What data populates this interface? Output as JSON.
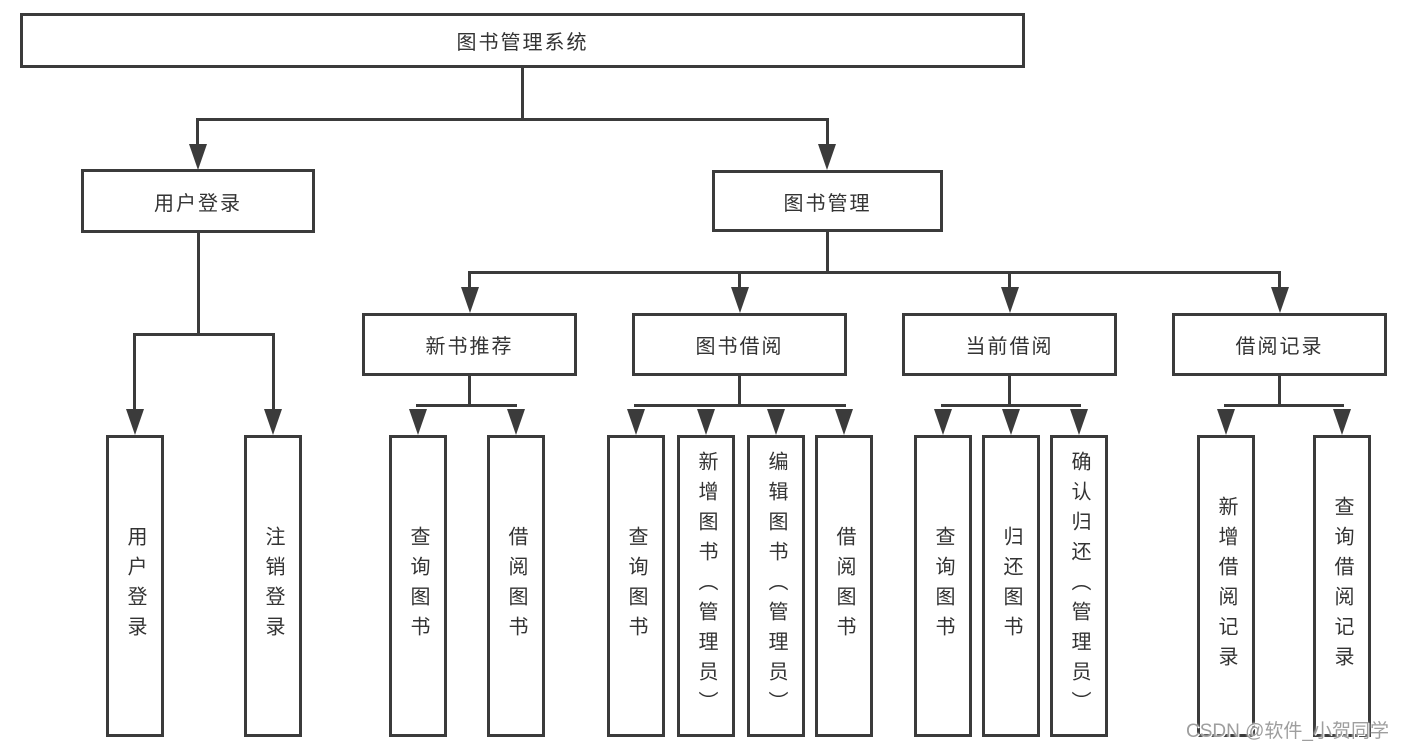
{
  "tree": {
    "root": {
      "label": "图书管理系统",
      "children": [
        {
          "label": "用户登录",
          "children": [
            {
              "label": "用户登录"
            },
            {
              "label": "注销登录"
            }
          ]
        },
        {
          "label": "图书管理",
          "children": [
            {
              "label": "新书推荐",
              "children": [
                {
                  "label": "查询图书"
                },
                {
                  "label": "借阅图书"
                }
              ]
            },
            {
              "label": "图书借阅",
              "children": [
                {
                  "label": "查询图书"
                },
                {
                  "label": "新增图书（管理员）"
                },
                {
                  "label": "编辑图书（管理员）"
                },
                {
                  "label": "借阅图书"
                }
              ]
            },
            {
              "label": "当前借阅",
              "children": [
                {
                  "label": "查询图书"
                },
                {
                  "label": "归还图书"
                },
                {
                  "label": "确认归还（管理员）"
                }
              ]
            },
            {
              "label": "借阅记录",
              "children": [
                {
                  "label": "新增借阅记录"
                },
                {
                  "label": "查询借阅记录"
                }
              ]
            }
          ]
        }
      ]
    }
  },
  "watermark": "CSDN @软件_小贺同学",
  "colors": {
    "line": "#3b3b3b",
    "text": "#333333",
    "watermark": "#9e9e9e",
    "background": "#ffffff"
  }
}
